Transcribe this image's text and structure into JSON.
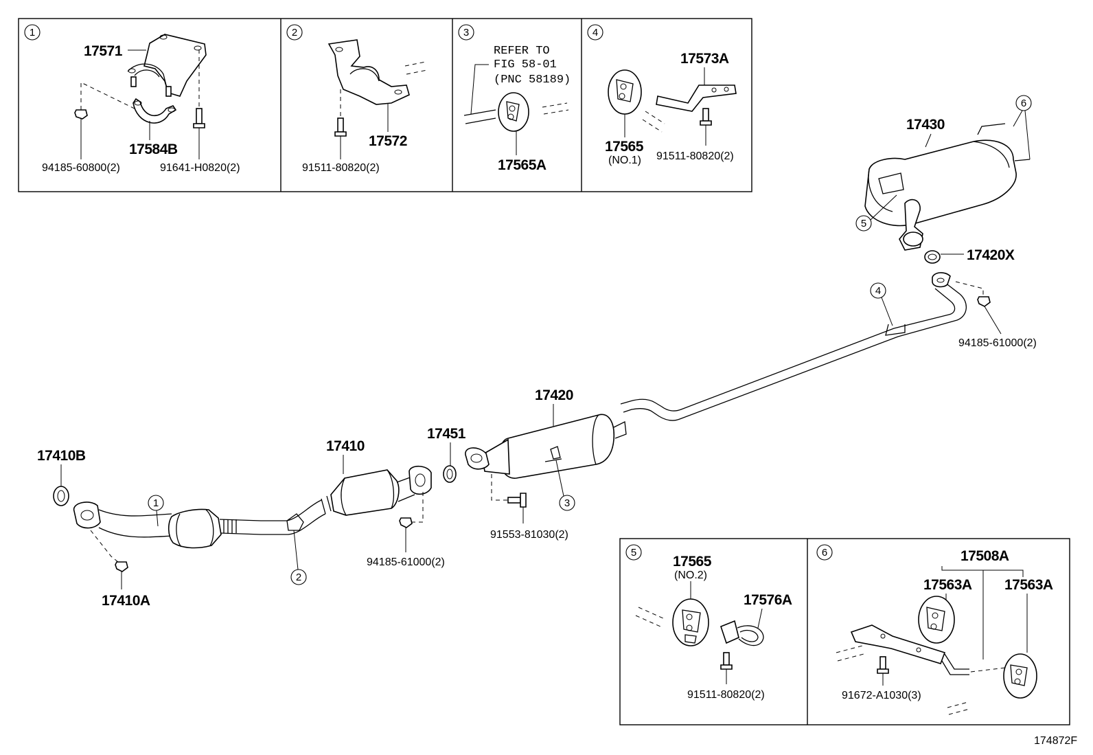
{
  "callouts": {
    "c1": "1",
    "c2": "2",
    "c3": "3",
    "c4": "4",
    "c5": "5",
    "c6": "6"
  },
  "box1": {
    "p_17571": "17571",
    "p_17584B": "17584B",
    "p_94185_60800": "94185-60800(2)",
    "p_91641_H0820": "91641-H0820(2)"
  },
  "box2": {
    "p_17572": "17572",
    "p_91511_80820": "91511-80820(2)"
  },
  "box3": {
    "refer_line1": "REFER TO",
    "refer_line2": "FIG 58-01",
    "refer_line3": "(PNC 58189)",
    "p_17565A": "17565A"
  },
  "box4": {
    "p_17573A": "17573A",
    "p_17565": "17565",
    "no1": "(NO.1)",
    "p_91511_80820": "91511-80820(2)"
  },
  "main": {
    "p_17430": "17430",
    "p_17420X": "17420X",
    "p_94185_61000_r": "94185-61000(2)",
    "p_17420": "17420",
    "p_17451": "17451",
    "p_17410": "17410",
    "p_17410B": "17410B",
    "p_17410A": "17410A",
    "p_94185_61000_m": "94185-61000(2)",
    "p_91553_81030": "91553-81030(2)"
  },
  "box5": {
    "p_17565": "17565",
    "no2": "(NO.2)",
    "p_17576A": "17576A",
    "p_91511_80820": "91511-80820(2)"
  },
  "box6": {
    "p_17508A": "17508A",
    "p_17563A_left": "17563A",
    "p_17563A_right": "17563A",
    "p_91672_A1030": "91672-A1030(3)"
  },
  "figure_code": "174872F"
}
